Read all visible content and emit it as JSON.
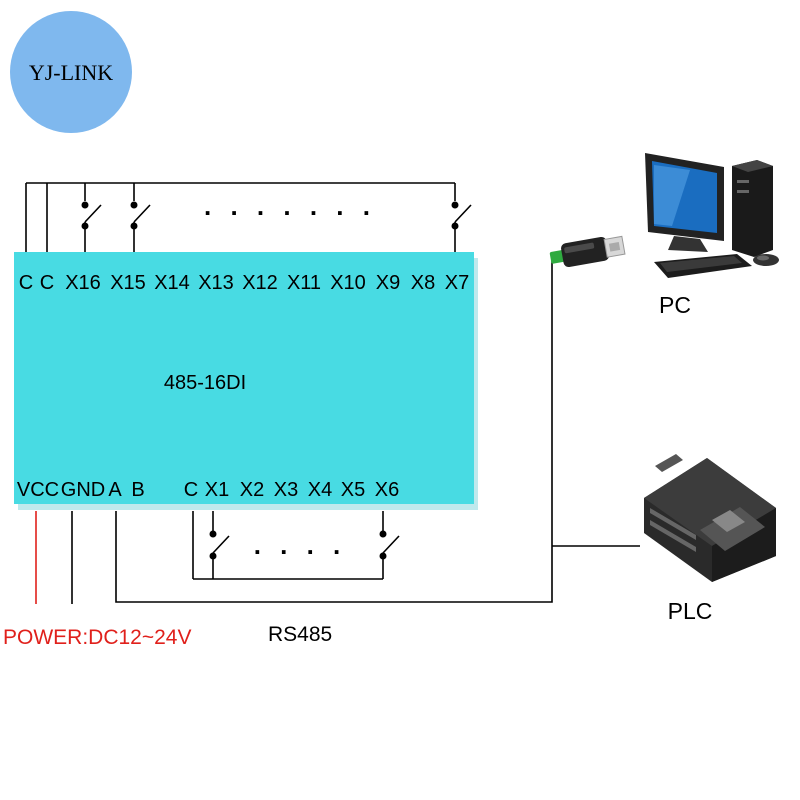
{
  "logo": {
    "text": "YJ-LINK",
    "color": "#7fb8ee"
  },
  "module": {
    "name": "485-16DI",
    "color": "#48dbe3",
    "top_terminals": [
      "C",
      "C",
      "X16",
      "X15",
      "X14",
      "X13",
      "X12",
      "X11",
      "X10",
      "X9",
      "X8",
      "X7"
    ],
    "bottom_left_terminals": [
      "VCC",
      "GND",
      "A",
      "B"
    ],
    "bottom_right_terminals": [
      "C",
      "X1",
      "X2",
      "X3",
      "X4",
      "X5",
      "X6"
    ]
  },
  "top_switch_ellipsis": ". . . . . . .",
  "bottom_switch_ellipsis": ". . . .",
  "power_label": "POWER:DC12~24V",
  "power_color": "#e0201b",
  "bus_label": "RS485",
  "pc_label": "PC",
  "plc_label": "PLC"
}
